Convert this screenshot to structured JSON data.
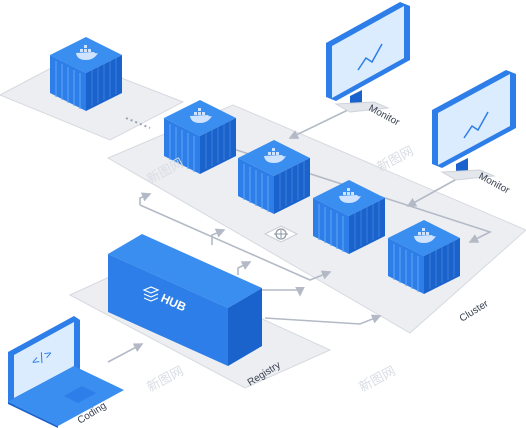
{
  "diagram": {
    "labels": {
      "monitor_top": "Monitor",
      "monitor_right": "Monitor",
      "cluster": "Cluster",
      "registry": "Registry",
      "coding": "Coding",
      "hub": "HUB",
      "laptop_code": "</>"
    },
    "watermarks": [
      "新图网",
      "新图网",
      "新图网",
      "新图网"
    ],
    "colors": {
      "container_top": "#3a8ef0",
      "container_left": "#2d7ee8",
      "container_right": "#1a62cc",
      "platform": "#eceef2",
      "platform_edge": "#d6d9df",
      "arrow": "#b3bac6",
      "monitor_screen": "#dcecff",
      "label_text": "#3a4150"
    },
    "icons": {
      "container": "docker-whale-icon",
      "cluster_logo": "kubernetes-helm-icon",
      "hub_logo": "stack-icon",
      "chart_line": "trend-line-icon"
    }
  }
}
